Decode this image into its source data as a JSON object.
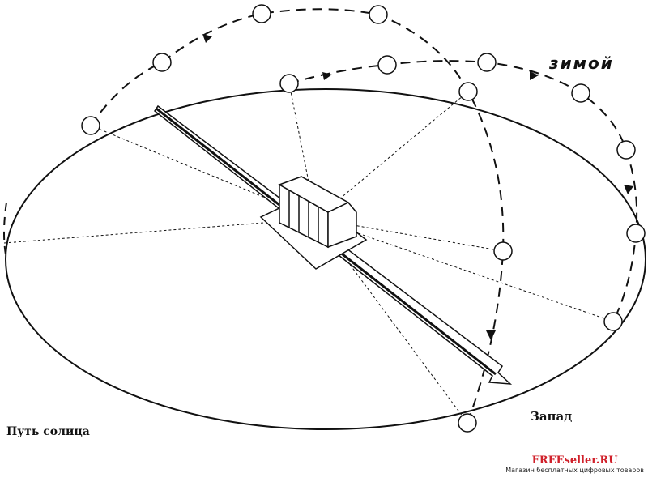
{
  "labels": {
    "winter": "зимой",
    "west": "Запад",
    "sun_path": "Путь солица"
  },
  "watermark": {
    "brand": "FREEseller.RU",
    "tagline": "Магазин бесплатных цифровых товаров"
  }
}
